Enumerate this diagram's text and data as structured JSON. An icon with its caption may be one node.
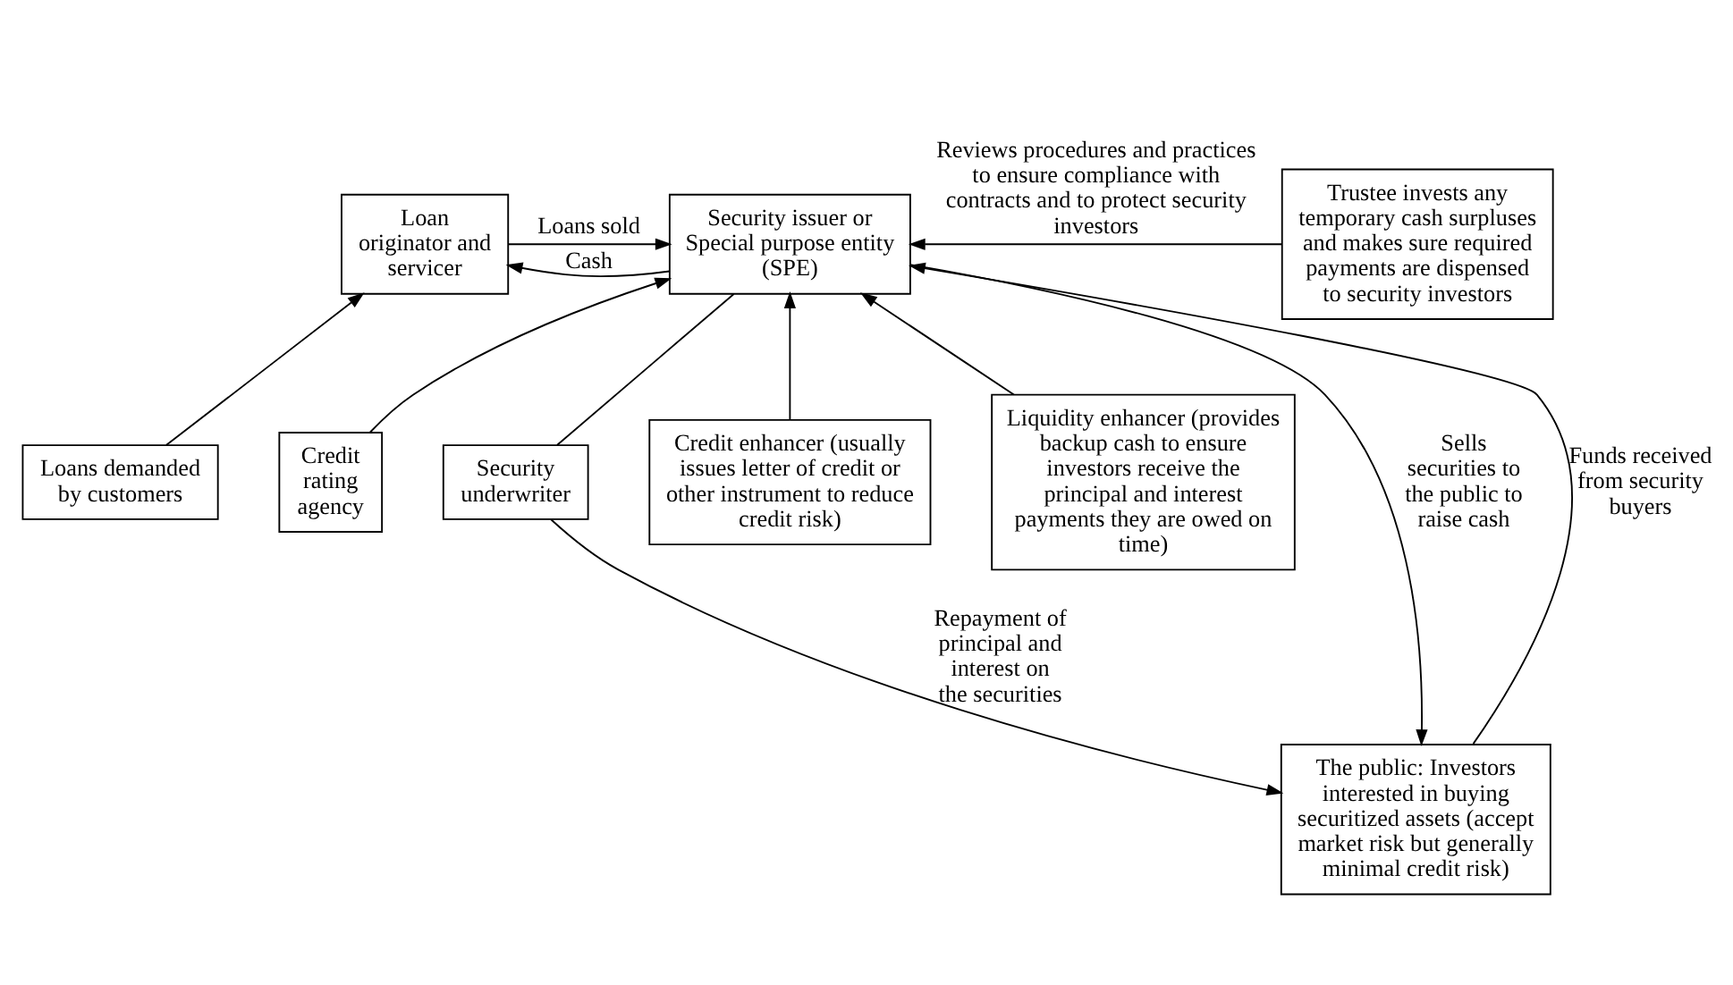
{
  "diagram": {
    "nodes": [
      {
        "text": [
          "Loan originator and servicer"
        ]
      },
      {
        "text": [
          "Security issuer or Special purpose entity (SPE)"
        ]
      },
      {
        "text": [
          "Trustee invests any temporary cash surpluses and makes sure required payments are dispensed to security investors"
        ]
      },
      {
        "text": [
          "Credit rating agency"
        ]
      },
      {
        "text": [
          "Security underwriter"
        ]
      },
      {
        "text": [
          "Loans demanded by customers"
        ]
      },
      {
        "text": [
          "Credit enhancer (usually issues letter of credit or other instrument to reduce credit risk)"
        ]
      },
      {
        "text": [
          "Liquidity enhancer (provides backup cash to ensure investors receive the principal and interest payments they are owed on time)"
        ]
      },
      {
        "text": [
          "The public: Investors interested in buying securitized assets (accept market risk but generally minimal credit risk)"
        ]
      }
    ],
    "edges": [
      {
        "from": 0,
        "to": 1,
        "arrow": "to",
        "label": "Loans sold"
      },
      {
        "from": 1,
        "to": 0,
        "arrow": "to",
        "label": "Cash"
      },
      {
        "from": 2,
        "to": 1,
        "arrow": "to",
        "label": "Reviews procedures and practices to ensure compliance with contracts and to protect security investors"
      },
      {
        "from": 3,
        "to": 1,
        "arrow": "to"
      },
      {
        "from": 5,
        "to": 0,
        "arrow": "to"
      },
      {
        "from": 1,
        "to": 4,
        "arrow": "none"
      },
      {
        "from": 6,
        "to": 1,
        "arrow": "to"
      },
      {
        "from": 1,
        "to": 8,
        "arrow": "to",
        "label": "Sells securities to the public to raise cash"
      },
      {
        "from": 4,
        "to": 8,
        "arrow": "to",
        "label": "Repayment of principal and interest on the securities"
      },
      {
        "from": 8,
        "to": 1,
        "arrow": "to",
        "label": "Funds received from security buyers"
      },
      {
        "from": 7,
        "to": 1,
        "arrow": "to"
      }
    ]
  }
}
